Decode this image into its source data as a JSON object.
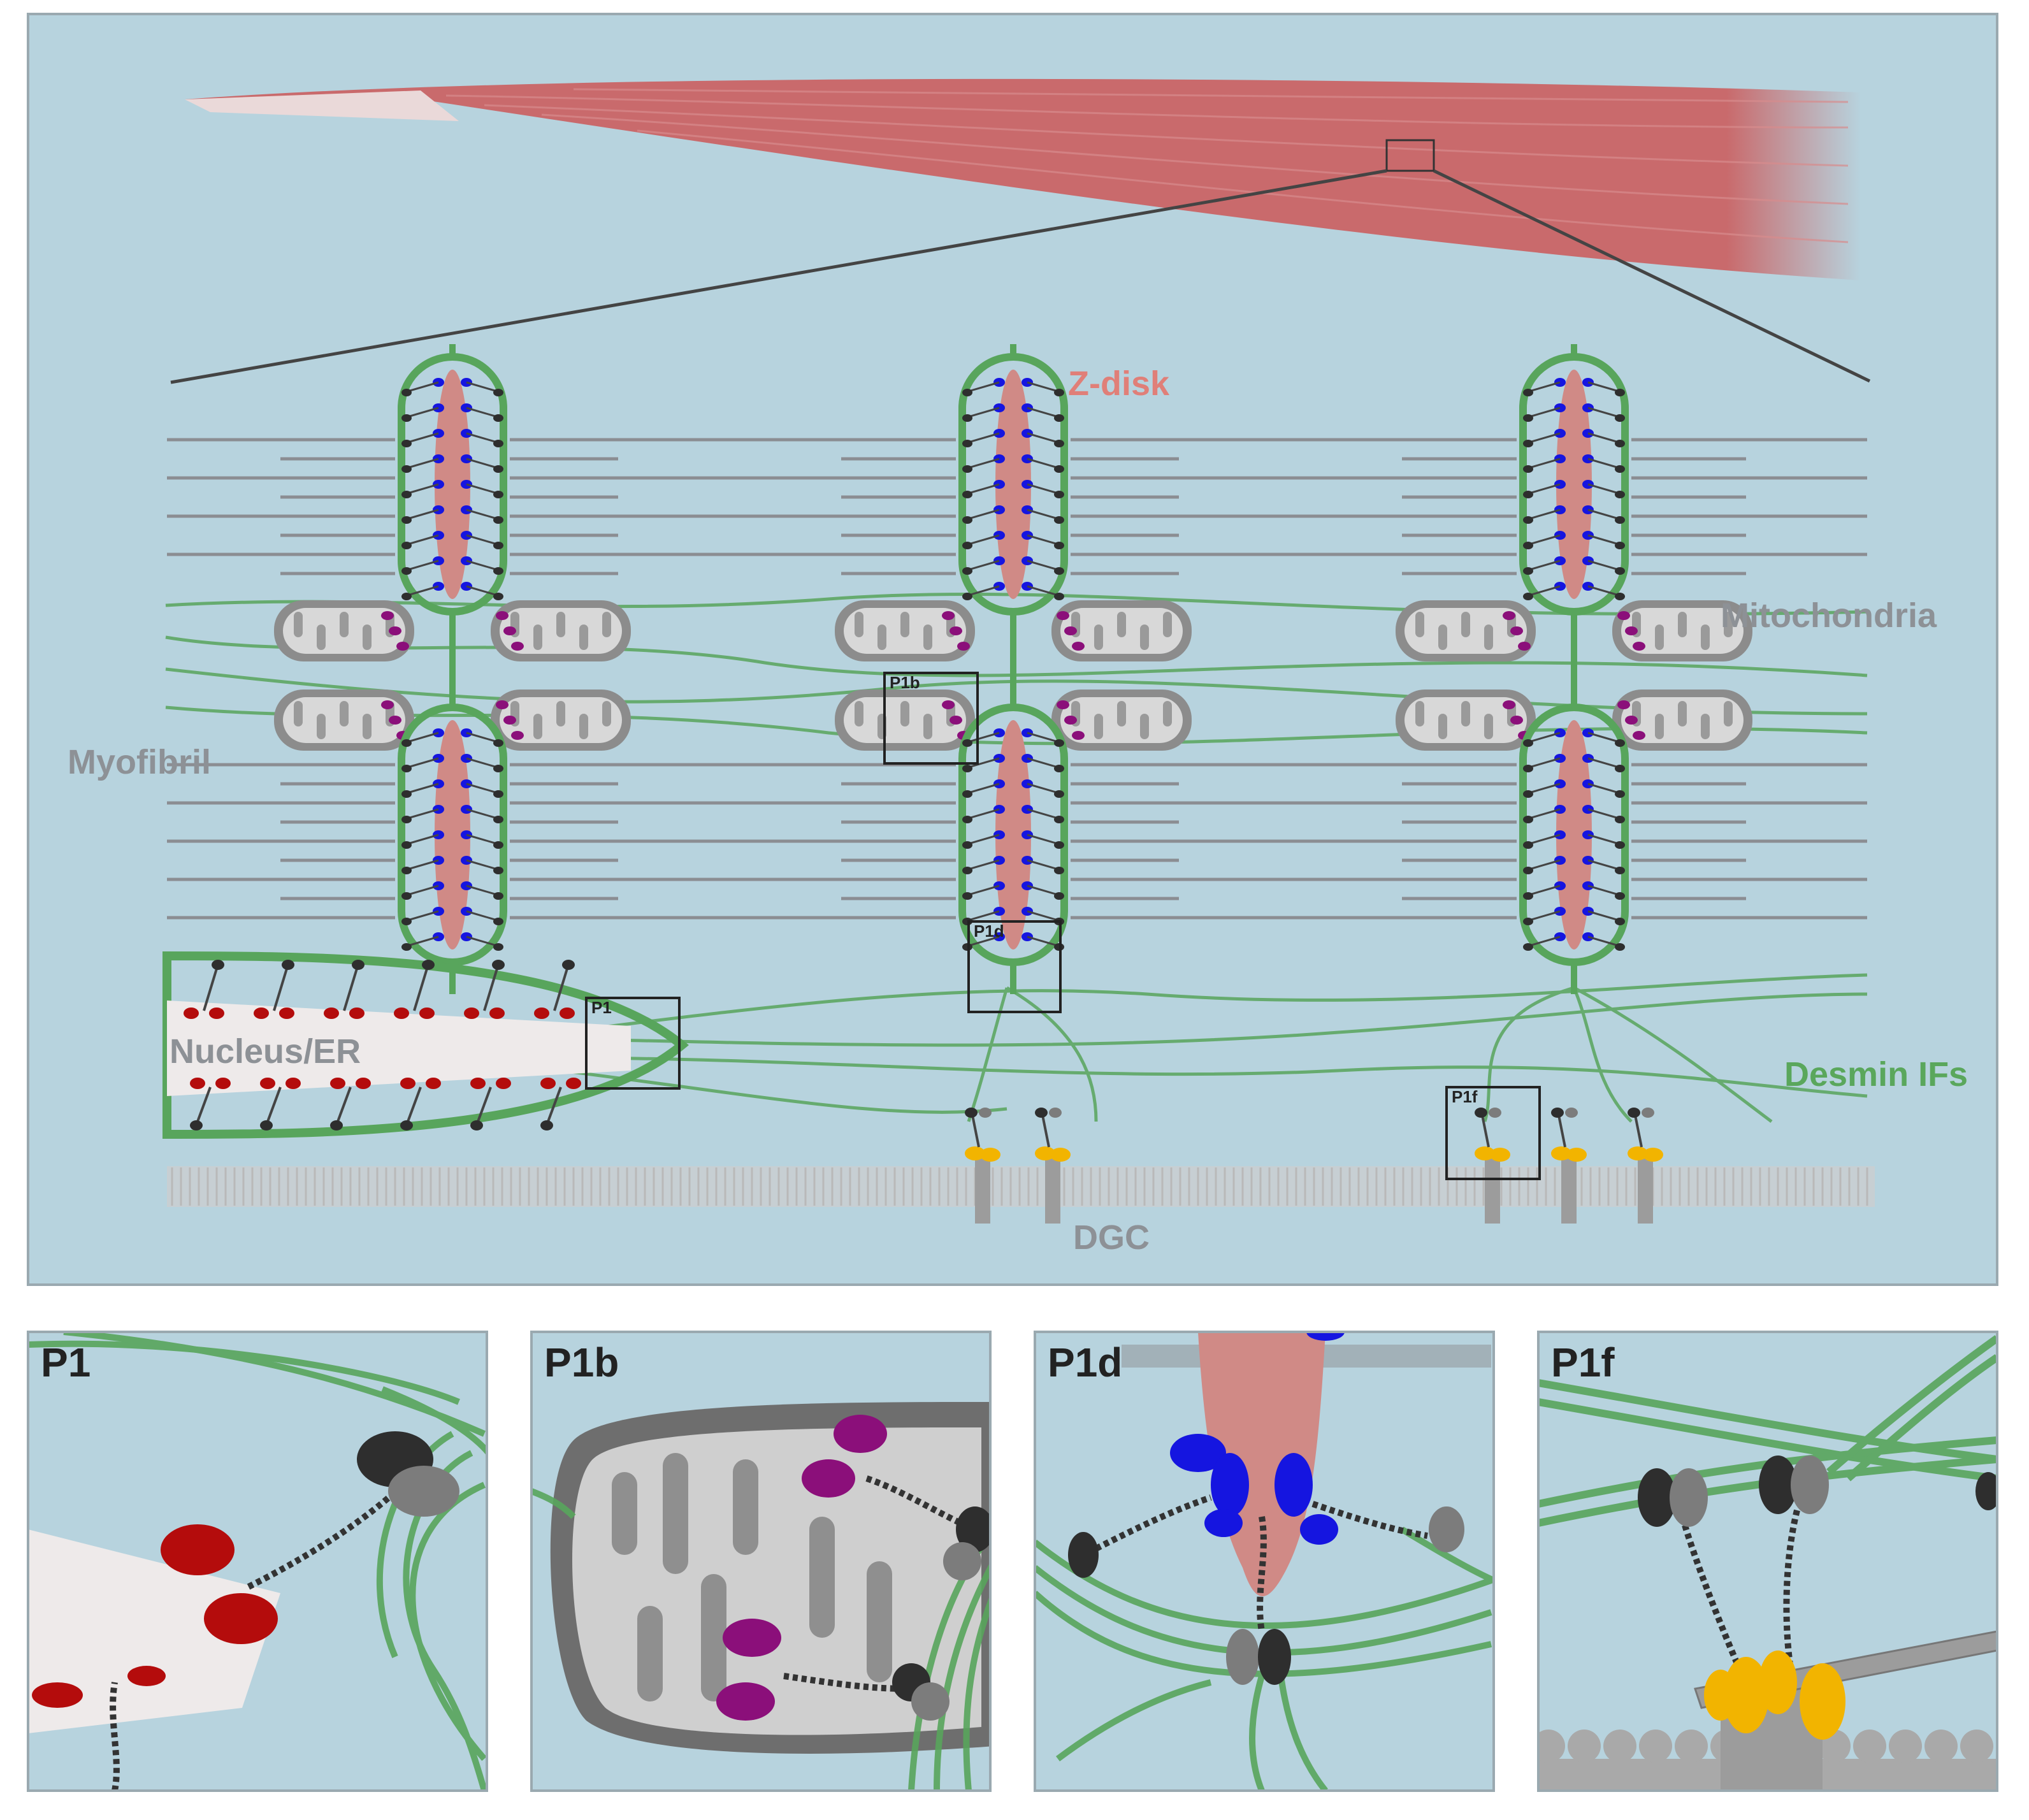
{
  "colors": {
    "background": "#b7d3de",
    "muscle": "#c96a6c",
    "tendon": "#ead9d9",
    "desmin": "#58a55c",
    "zdisk": "#d08a86",
    "mito": "#8c8c8c",
    "nucleus": "#eeeaea",
    "myofibril_line": "#8b8d92",
    "label_grey": "#8d9196",
    "label_red": "#e07f78",
    "label_green": "#5aa75c",
    "zdisk_binder": "#1515e0",
    "mito_binder": "#8b0f7a",
    "nucleus_binder": "#b40c0c",
    "dgc_binder": "#f2b400",
    "plectin_dark": "#2e2e2e",
    "plectin_grey": "#7c7c7c"
  },
  "labels": {
    "zdisk": "Z-disk",
    "mitochondria": "Mitochondria",
    "myofibril": "Myofibril",
    "nucleus": "Nucleus/ER",
    "desmin": "Desmin IFs",
    "dgc": "DGC"
  },
  "callouts": {
    "p1": "P1",
    "p1b": "P1b",
    "p1d": "P1d",
    "p1f": "P1f"
  },
  "panels": [
    {
      "id": "p1",
      "title": "P1"
    },
    {
      "id": "p1b",
      "title": "P1b"
    },
    {
      "id": "p1d",
      "title": "P1d"
    },
    {
      "id": "p1f",
      "title": "P1f"
    }
  ]
}
